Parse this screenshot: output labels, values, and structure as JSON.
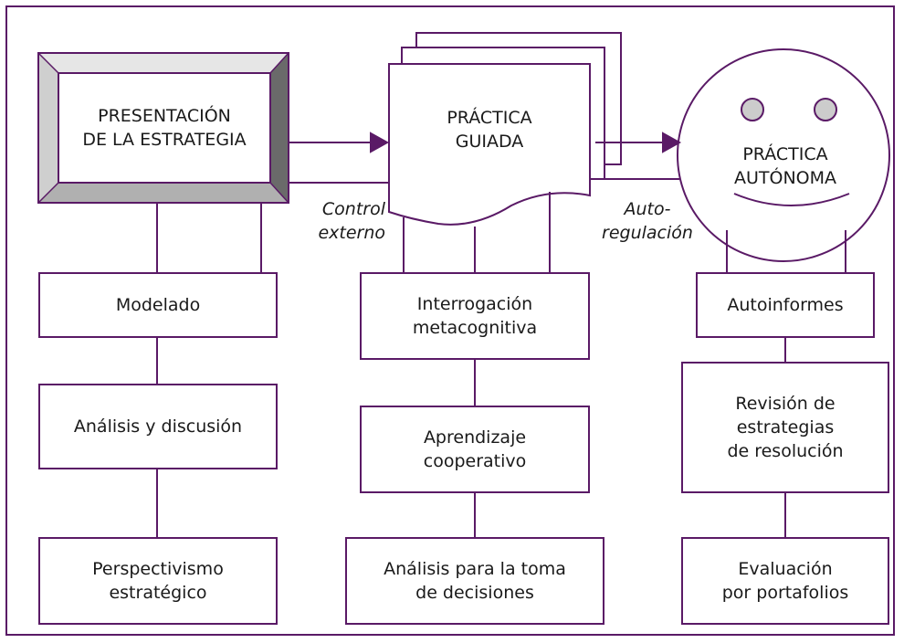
{
  "colors": {
    "line": "#5a1a66",
    "bevel_light": "#e6e6e6",
    "bevel_mid": "#b0b0b0",
    "bevel_dark": "#6a6a6a",
    "eye": "#cccccc"
  },
  "stages": {
    "presentation": "PRESENTACIÓN\nDE LA ESTRATEGIA",
    "guided": "PRÁCTICA\nGUIADA",
    "autonomous": "PRÁCTICA\nAUTÓNOMA"
  },
  "transitions": {
    "external_control": "Control\nexterno",
    "self_regulation": "Auto-\nregulación"
  },
  "columns": {
    "left": [
      "Modelado",
      "Análisis y discusión",
      "Perspectivismo\nestratégico"
    ],
    "middle": [
      "Interrogación\nmetacognitiva",
      "Aprendizaje\ncooperativo",
      "Análisis para la toma\nde decisiones"
    ],
    "right": [
      "Autoinformes",
      "Revisión de\nestrategias\nde resolución",
      "Evaluación\npor portafolios"
    ]
  },
  "icons": {
    "arrow": "arrow-right-icon",
    "pages": "stacked-documents-icon",
    "face": "smiley-face-icon"
  }
}
